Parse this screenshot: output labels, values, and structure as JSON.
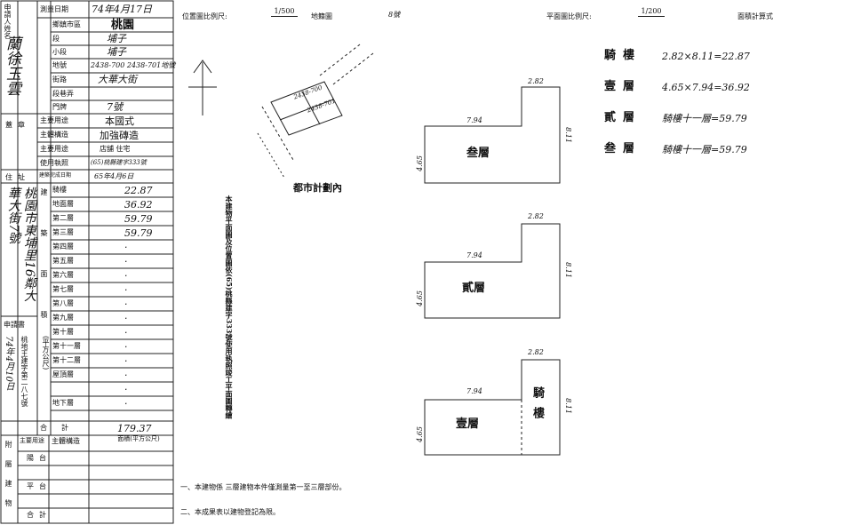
{
  "left_panel": {
    "applicant_label": "申請人姓名",
    "applicant_name": "蘭徐玉雲",
    "seal_label": "蓋章",
    "address_label": "住址",
    "address_value": "桃園市東埔里16鄰大華大街7號",
    "apply_label": "申請書",
    "apply_date": "74年4月10日",
    "doc_no": "桃地王建字第二八七號",
    "survey_date_label": "測量日期",
    "survey_date": "74年4月17日",
    "township_label": "鄉鎮市區",
    "township": "桃園",
    "section_label": "段",
    "section": "埔子",
    "subsection_label": "小段",
    "subsection": "埔子",
    "land_no_label": "地號",
    "land_no": "2438-700 2438-701地號",
    "street_label": "街路",
    "street": "大華大街",
    "lane_label": "段巷弄",
    "number_label": "門牌",
    "number": "7號",
    "main_use_label": "主要用途",
    "main_use": "本國式",
    "structure_label": "主體構造",
    "structure": "加強磚造",
    "main_purpose_label": "主要用途",
    "main_purpose": "店舖 住宅",
    "license_label": "使用執照",
    "license": "(65)桃縣建字333號",
    "completion_label": "建築完成日期",
    "completion": "65年4月6日",
    "floor_header": "建築面積",
    "unit_label": "(平方公尺)",
    "floors": [
      {
        "name": "騎樓",
        "area": "22.87"
      },
      {
        "name": "地面層",
        "area": "36.92"
      },
      {
        "name": "第二層",
        "area": "59.79"
      },
      {
        "name": "第三層",
        "area": "59.79"
      },
      {
        "name": "第四層",
        "area": "·"
      },
      {
        "name": "第五層",
        "area": "·"
      },
      {
        "name": "第六層",
        "area": "·"
      },
      {
        "name": "第七層",
        "area": "·"
      },
      {
        "name": "第八層",
        "area": "·"
      },
      {
        "name": "第九層",
        "area": "·"
      },
      {
        "name": "第十層",
        "area": "·"
      },
      {
        "name": "第十一層",
        "area": "·"
      },
      {
        "name": "第十二層",
        "area": "·"
      },
      {
        "name": "屋頂層",
        "area": "·"
      },
      {
        "name": "",
        "area": "·"
      },
      {
        "name": "地下層",
        "area": "·"
      }
    ],
    "total_label": "合計",
    "total": "179.37",
    "annex_header": [
      "主要用途",
      "主體構造",
      "面積(平方公尺)"
    ],
    "annex_side": "附屬建物",
    "annex_rows": [
      "陽台",
      "",
      "平台",
      "",
      "合計"
    ]
  },
  "header": {
    "site_scale_label": "位置圖比例尺:",
    "site_scale": "1/500",
    "map_label": "地籍圖",
    "map_no": "8號",
    "plan_scale_label": "平面圖比例尺:",
    "plan_scale": "1/200",
    "calc_label": "面積計算式"
  },
  "site": {
    "zone_label": "都市計劃內",
    "plot_a": "2438-700",
    "plot_b": "2438-701",
    "note": "本建物平面圖及位置圖依(65)桃縣建字333號使用執照竣工平面圖轉繪"
  },
  "plans": [
    {
      "name": "叁層",
      "w": "7.94",
      "h": "4.65",
      "top": "2.82",
      "right": "8.11"
    },
    {
      "name": "貳層",
      "w": "7.94",
      "h": "4.65",
      "top": "2.82",
      "right": "8.11"
    },
    {
      "name": "壹層",
      "w": "7.94",
      "h": "4.65",
      "top": "2.82",
      "right": "8.11",
      "arcade": "騎樓"
    }
  ],
  "calc": [
    {
      "label": "騎樓",
      "formula": "2.82×8.11=22.87"
    },
    {
      "label": "壹層",
      "formula": "4.65×7.94=36.92"
    },
    {
      "label": "貳層",
      "formula": "騎樓十一層=59.79"
    },
    {
      "label": "叁層",
      "formula": "騎樓十一層=59.79"
    }
  ],
  "footnotes": [
    "一、本建物係 三層建物本件僅測量第一至三層部份。",
    "二、本成果表以建物登記為限。"
  ]
}
